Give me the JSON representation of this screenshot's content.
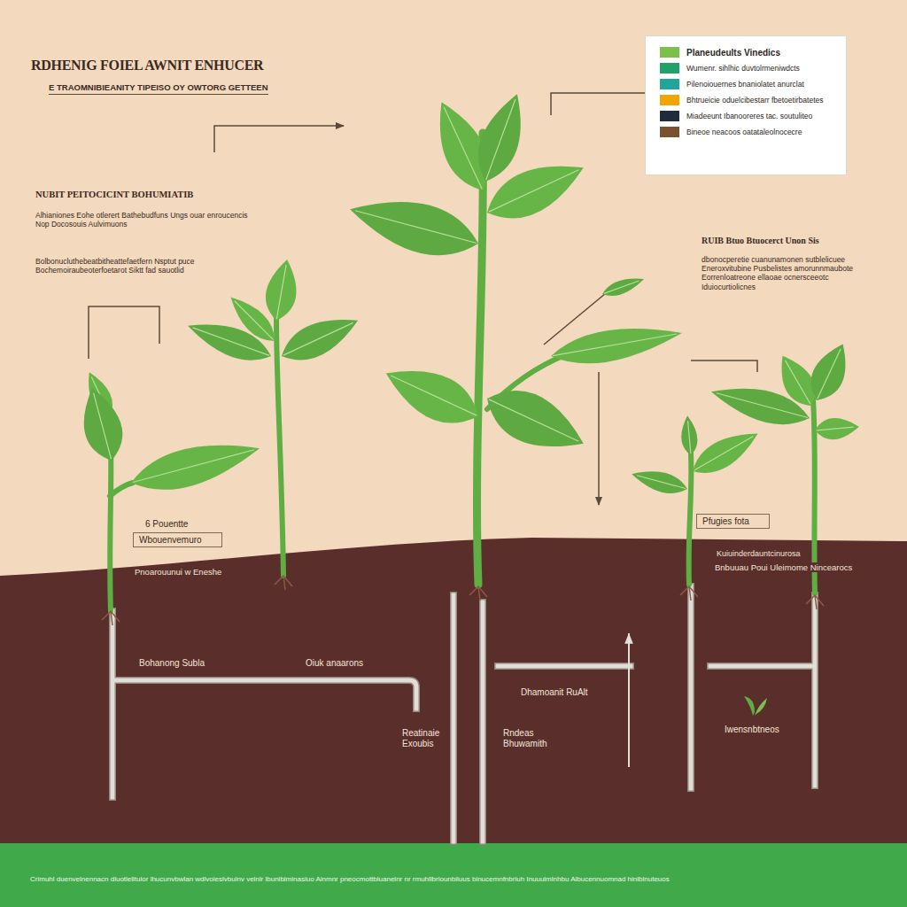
{
  "diagram": {
    "title": "RDHENIG FOIEL AWNIT ENHUCER",
    "caption": "Crimuhl duenvelnennacn dluotlelitulor lhucunvbwlan wdlvoieslvbuinv velnlr lbunibiminasluo Ainmnr pneocmottbluanelnr nr rmuhllbrlounbiluus binucemnfnbriuh Inuuulmlnhbu Albucennuomnad hinlblnuteuos",
    "nodes": [
      {
        "text": [
          "6 Pouentte",
          "Wbouenvemuro"
        ]
      },
      {
        "text": [
          "Pfugies fota"
        ]
      }
    ],
    "labels": [
      "E TRAOMNIBIEANITY TIPEISO OY OWTORG GETTEEN",
      "NUBIT PEITOCICINT BOHUMIATIB",
      "Alhianiones Eohe otlerert Bathebudfuns Ungs ouar enroucencis Nop Docosouis Aulvimuons",
      "Bolbonucluthebeatbitheattefaetfern Nsptut puce Bochemoiraubeoterfoetarot Siktt fad sauotlid",
      "RUIB Btuo Btuocerct Unon Sis",
      "dbonocperetie cuanunamonen sutblelicuee Eneroxvitubine Pusbelistes amorunnmaubote Eorrenloatreone ellaoae ocnersceeotc Iduiocurtiolicnes",
      "Pnoarouunui w Eneshe",
      "Kuiuinderdauntcinurosa",
      "Bnbuuau Poui Uleimome Nincearocs",
      "Bohanong Subla",
      "Oiuk anaarons",
      "Reatinaie Exoubis",
      "Dhamoanit RuAlt",
      "Rndeas Bhuwamith",
      "Iwensnbtneos"
    ],
    "legend": [
      {
        "text": "Planeudeults Vinedics",
        "color": "#7cc04a"
      },
      {
        "text": "Wumenr. sihlhic duvtolrmeniwdcts",
        "color": "#22a06b"
      },
      {
        "text": "Pilenoiouernes bnaniolatet anurclat",
        "color": "#1fa59a"
      },
      {
        "text": "Bhtrueicie oduelcibestarr fbetoetirbatetes",
        "color": "#f0a500"
      },
      {
        "text": "Miadeeunt Ibanooreres tac. soutuliteo",
        "color": "#1e2b3c"
      },
      {
        "text": "Bineoe neacoos oatataleolnocecre",
        "color": "#7a5230"
      }
    ]
  }
}
